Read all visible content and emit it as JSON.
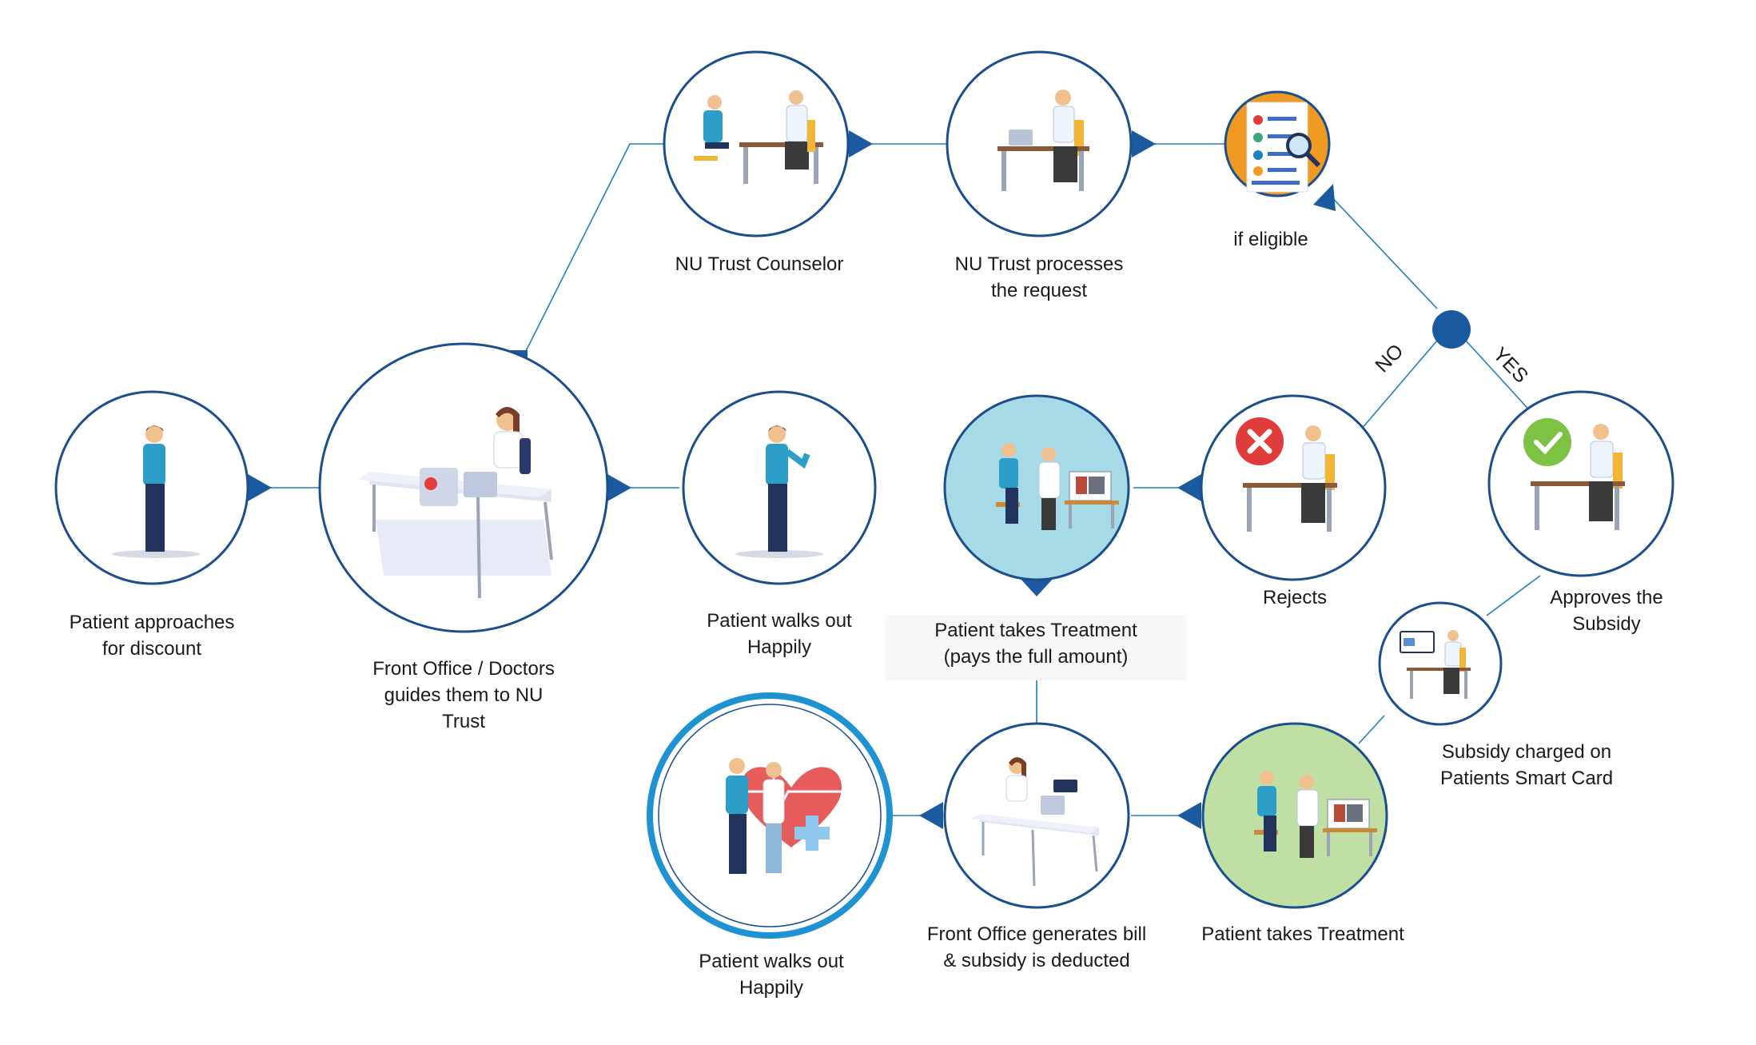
{
  "colors": {
    "ring": "#1b4e8c",
    "connector": "#1f7fc1",
    "arrow": "#1b5a9e",
    "shirt": "#2d9ec7",
    "trousers": "#22335e",
    "skin": "#f1c08f",
    "desk": "#9aa4b4",
    "reject": "#e03b3b",
    "approve": "#7dc242",
    "highlight_blue": "#a6dae6",
    "highlight_green": "#bfdfa5",
    "heart": "#e65b5b"
  },
  "nodes": {
    "approach": {
      "lines": [
        "Patient approaches",
        "for discount"
      ],
      "icon": "standing-patient-icon"
    },
    "front": {
      "lines": [
        "Front Office / Doctors",
        "guides them to NU",
        "Trust"
      ],
      "icon": "front-office-desk-icon"
    },
    "walkout1": {
      "lines": [
        "Patient walks out",
        "Happily"
      ],
      "icon": "waving-patient-icon"
    },
    "counselor": {
      "lines": [
        "NU Trust Counselor"
      ],
      "icon": "counselor-meeting-icon"
    },
    "processes": {
      "lines": [
        "NU Trust processes",
        "the request"
      ],
      "icon": "laptop-worker-icon"
    },
    "eligible": {
      "lines": [
        "if eligible"
      ],
      "icon": "document-search-icon"
    },
    "rejects": {
      "lines": [
        "Rejects"
      ],
      "icon": "reject-cross-icon"
    },
    "approves": {
      "lines": [
        "Approves the",
        "Subsidy"
      ],
      "icon": "approve-check-icon"
    },
    "treatfull": {
      "lines": [
        "Patient takes Treatment",
        "(pays the full amount)"
      ],
      "icon": "doctor-examination-icon"
    },
    "smartcard": {
      "lines": [
        "Subsidy charged on",
        "Patients Smart Card"
      ],
      "icon": "smart-card-desk-icon"
    },
    "treatment": {
      "lines": [
        "Patient takes Treatment"
      ],
      "icon": "doctor-examination-icon"
    },
    "billing": {
      "lines": [
        "Front Office generates bill",
        "& subsidy is deducted"
      ],
      "icon": "front-office-desk-icon"
    },
    "walkout2": {
      "lines": [
        "Patient walks out",
        "Happily"
      ],
      "icon": "heart-care-icon"
    }
  },
  "decision": {
    "no": "NO",
    "yes": "YES"
  }
}
